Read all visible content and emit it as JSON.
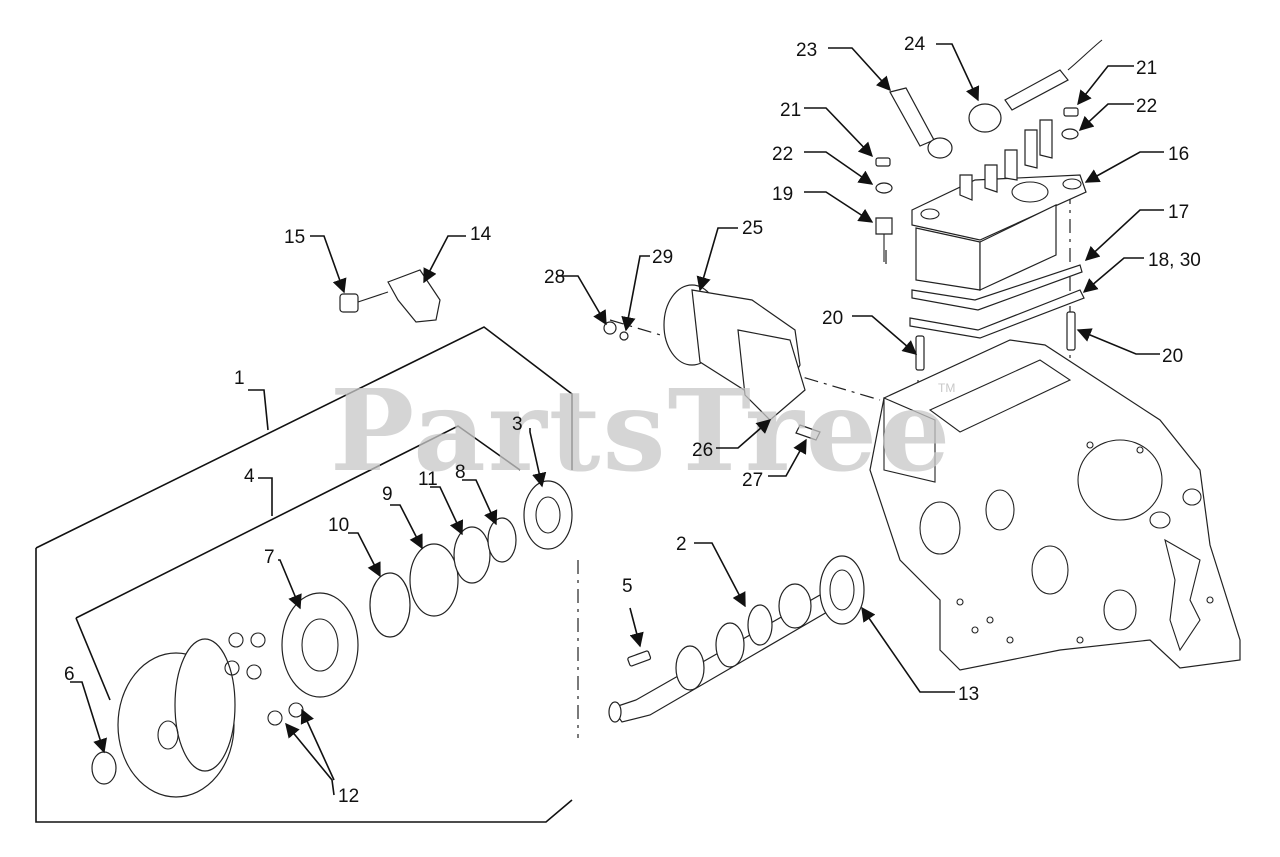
{
  "watermark": {
    "text": "PartsTree",
    "trademark": "TM"
  },
  "callouts": [
    {
      "id": "c1",
      "text": "1"
    },
    {
      "id": "c2",
      "text": "2"
    },
    {
      "id": "c3",
      "text": "3"
    },
    {
      "id": "c4",
      "text": "4"
    },
    {
      "id": "c5",
      "text": "5"
    },
    {
      "id": "c6",
      "text": "6"
    },
    {
      "id": "c7",
      "text": "7"
    },
    {
      "id": "c8",
      "text": "8"
    },
    {
      "id": "c9",
      "text": "9"
    },
    {
      "id": "c10",
      "text": "10"
    },
    {
      "id": "c11",
      "text": "11"
    },
    {
      "id": "c12",
      "text": "12"
    },
    {
      "id": "c13",
      "text": "13"
    },
    {
      "id": "c14",
      "text": "14"
    },
    {
      "id": "c15",
      "text": "15"
    },
    {
      "id": "c16",
      "text": "16"
    },
    {
      "id": "c17",
      "text": "17"
    },
    {
      "id": "c18",
      "text": "18, 30"
    },
    {
      "id": "c19",
      "text": "19"
    },
    {
      "id": "c20a",
      "text": "20"
    },
    {
      "id": "c20b",
      "text": "20"
    },
    {
      "id": "c21a",
      "text": "21"
    },
    {
      "id": "c21b",
      "text": "21"
    },
    {
      "id": "c22a",
      "text": "22"
    },
    {
      "id": "c22b",
      "text": "22"
    },
    {
      "id": "c23",
      "text": "23"
    },
    {
      "id": "c24",
      "text": "24"
    },
    {
      "id": "c25",
      "text": "25"
    },
    {
      "id": "c26",
      "text": "26"
    },
    {
      "id": "c27",
      "text": "27"
    },
    {
      "id": "c28",
      "text": "28"
    },
    {
      "id": "c29",
      "text": "29"
    }
  ]
}
